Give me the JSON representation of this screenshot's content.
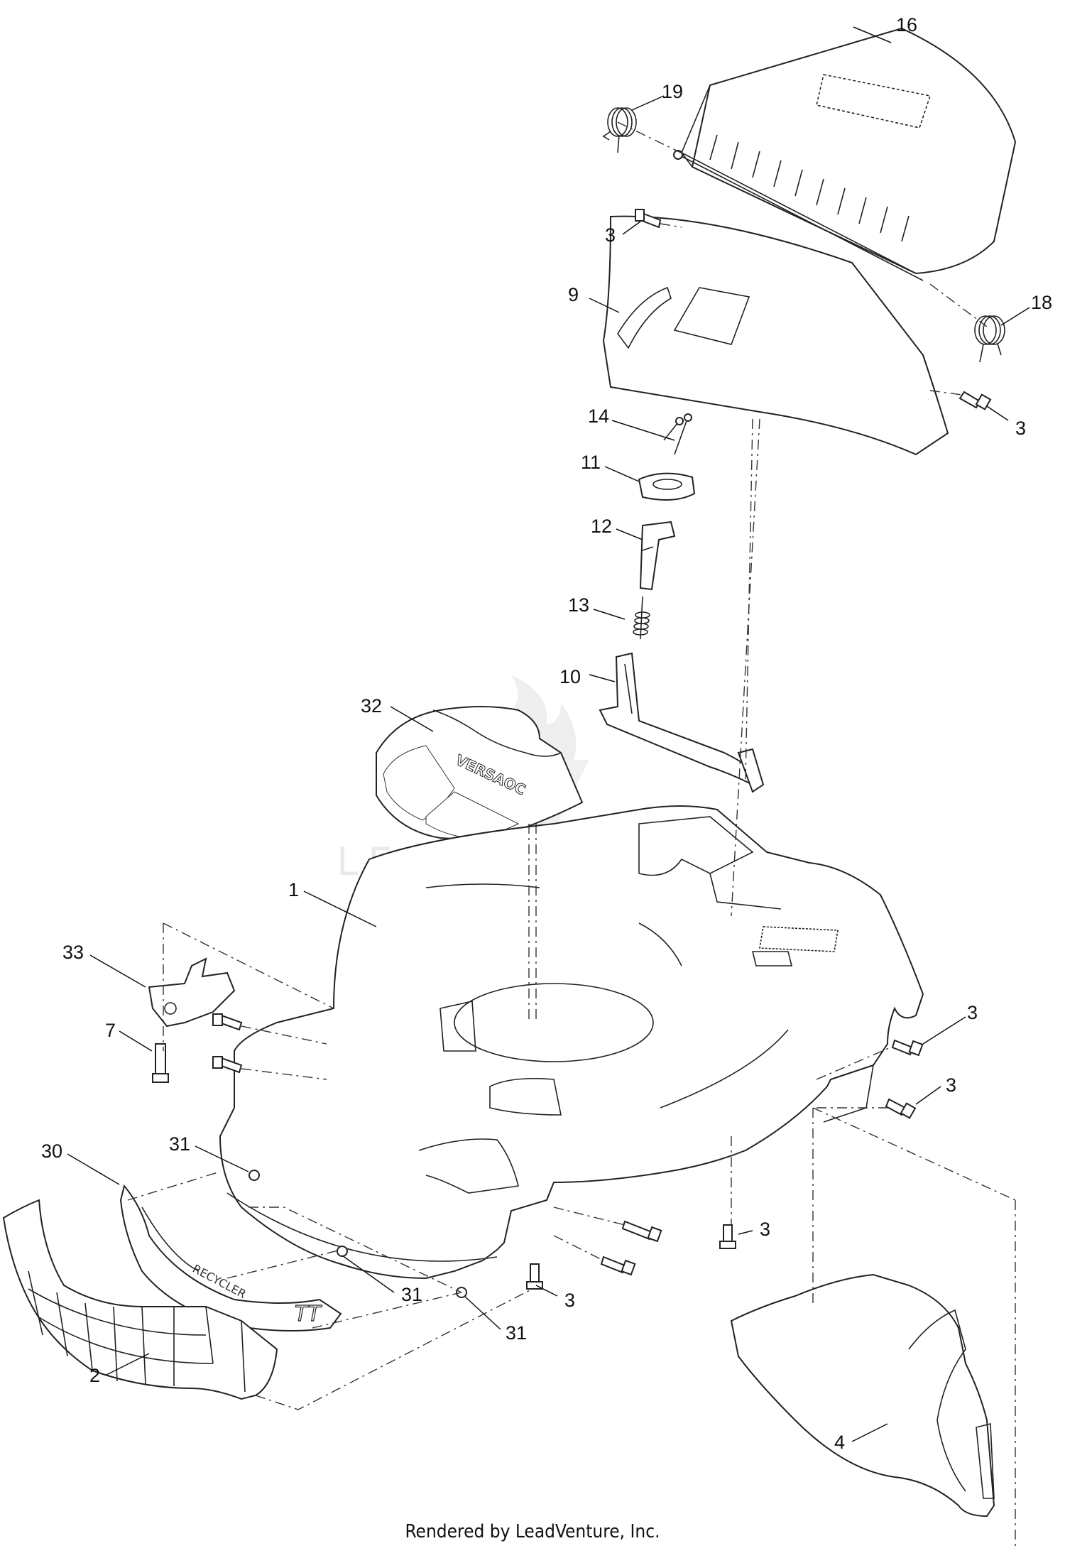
{
  "diagram": {
    "callouts": [
      {
        "id": "16",
        "label": "16"
      },
      {
        "id": "19",
        "label": "19"
      },
      {
        "id": "3a",
        "label": "3"
      },
      {
        "id": "9",
        "label": "9"
      },
      {
        "id": "18",
        "label": "18"
      },
      {
        "id": "3b",
        "label": "3"
      },
      {
        "id": "14",
        "label": "14"
      },
      {
        "id": "11",
        "label": "11"
      },
      {
        "id": "12",
        "label": "12"
      },
      {
        "id": "13",
        "label": "13"
      },
      {
        "id": "10",
        "label": "10"
      },
      {
        "id": "32",
        "label": "32"
      },
      {
        "id": "1",
        "label": "1"
      },
      {
        "id": "33",
        "label": "33"
      },
      {
        "id": "7",
        "label": "7"
      },
      {
        "id": "3c",
        "label": "3"
      },
      {
        "id": "3d",
        "label": "3"
      },
      {
        "id": "31a",
        "label": "31"
      },
      {
        "id": "30",
        "label": "30"
      },
      {
        "id": "3e",
        "label": "3"
      },
      {
        "id": "31b",
        "label": "31"
      },
      {
        "id": "3f",
        "label": "3"
      },
      {
        "id": "31c",
        "label": "31"
      },
      {
        "id": "2",
        "label": "2"
      },
      {
        "id": "4",
        "label": "4"
      }
    ],
    "part_markings": {
      "hood_label": "VERSAOC",
      "bumper_label": "RECYCLER",
      "bumper_logo": "TT"
    }
  },
  "watermark": {
    "brand": "LEADVENTURE"
  },
  "footer": {
    "text": "Rendered by LeadVenture, Inc."
  }
}
